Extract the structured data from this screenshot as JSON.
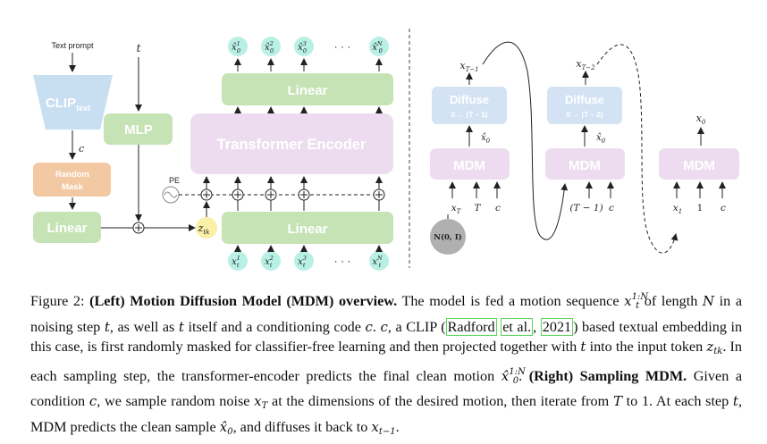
{
  "figure": {
    "left": {
      "text_prompt": "Text prompt",
      "clip_label": "CLIP",
      "clip_sub": "text",
      "c_label": "c",
      "random_mask": [
        "Random",
        "Mask"
      ],
      "linear_cond": "Linear",
      "t_label": "t",
      "mlp": "MLP",
      "pe": "PE",
      "ztk": "z",
      "ztk_sub": "tk",
      "linear_top": "Linear",
      "transformer": "Transformer Encoder",
      "linear_bottom": "Linear",
      "out_tokens": [
        "x̂",
        "x̂",
        "x̂",
        "x̂"
      ],
      "out_sups": [
        "1",
        "2",
        "3",
        "N"
      ],
      "out_sub": "0",
      "in_tokens": [
        "x",
        "x",
        "x",
        "x"
      ],
      "in_sups": [
        "1",
        "2",
        "3",
        "N"
      ],
      "in_sub": "t",
      "dots": "· · ·"
    },
    "right": {
      "diffuse_label": "Diffuse",
      "diffuse1_range": "0 → (T − 1)",
      "diffuse2_range": "0 → (T − 2)",
      "out1": "x",
      "out1_sub": "T−1",
      "out2": "x",
      "out2_sub": "T−2",
      "out3": "x",
      "out3_sub": "0",
      "x0hat": "x̂",
      "x0hat_sub": "0",
      "mdm": "MDM",
      "step1_inputs": [
        "x_T",
        "T",
        "c"
      ],
      "step2_inputs": [
        "(T − 1)",
        "c"
      ],
      "step3_inputs": [
        "x_1",
        "1",
        "c"
      ],
      "noise": "N(0, I)"
    },
    "colors": {
      "green_box": "#c5e3b5",
      "clip_blue": "#c8dff2",
      "mask_orange": "#f3c9a4",
      "transformer_purple": "#eddcf0",
      "token_cyan": "#b9f0e6",
      "ztk_yellow": "#faf0a8",
      "diffuse_blue": "#d3e3f4",
      "noise_gray": "#b0b0b0"
    }
  },
  "caption": {
    "fig_label": "Figure 2:",
    "left_title": "(Left) Motion Diffusion Model (MDM) overview.",
    "seg1": "The model is fed a motion sequence",
    "seq_var": "x",
    "seq_sup": "1:N",
    "seq_sub": "t",
    "seg2": "of length",
    "N": "N",
    "seg3": "in a noising step",
    "t1": "t",
    "seg4": ", as well as",
    "t2": "t",
    "seg5": "itself and a conditioning code",
    "c1": "c",
    "seg6": ".",
    "c2": "c",
    "seg7": ", a CLIP (",
    "cite1": "Radford",
    "cite2": "et al.",
    "cite3": "2021",
    "seg8": ") based textual embedding in this case, is first randomly masked for classifier-free learning and then projected together with",
    "t3": "t",
    "seg9": "into the input token",
    "z": "z",
    "z_sub": "tk",
    "seg10": ". In each sampling step, the transformer-encoder predicts the final clean motion",
    "xhat": "x̂",
    "xhat_sup": "1:N",
    "xhat_sub": "0",
    "seg11": ".",
    "right_title": "(Right) Sampling MDM.",
    "seg12": "Given a condition",
    "c3": "c",
    "seg13": ", we sample random noise",
    "xT": "x",
    "xT_sub": "T",
    "seg14": "at the dimensions of the desired motion, then iterate from",
    "T": "T",
    "seg15": "to 1. At each step",
    "t4": "t",
    "seg16": ", MDM predicts the clean sample",
    "x0": "x̂",
    "x0_sub": "0",
    "seg17": ", and diffuses it back to",
    "xt1": "x",
    "xt1_sub": "t−1",
    "seg18": "."
  }
}
